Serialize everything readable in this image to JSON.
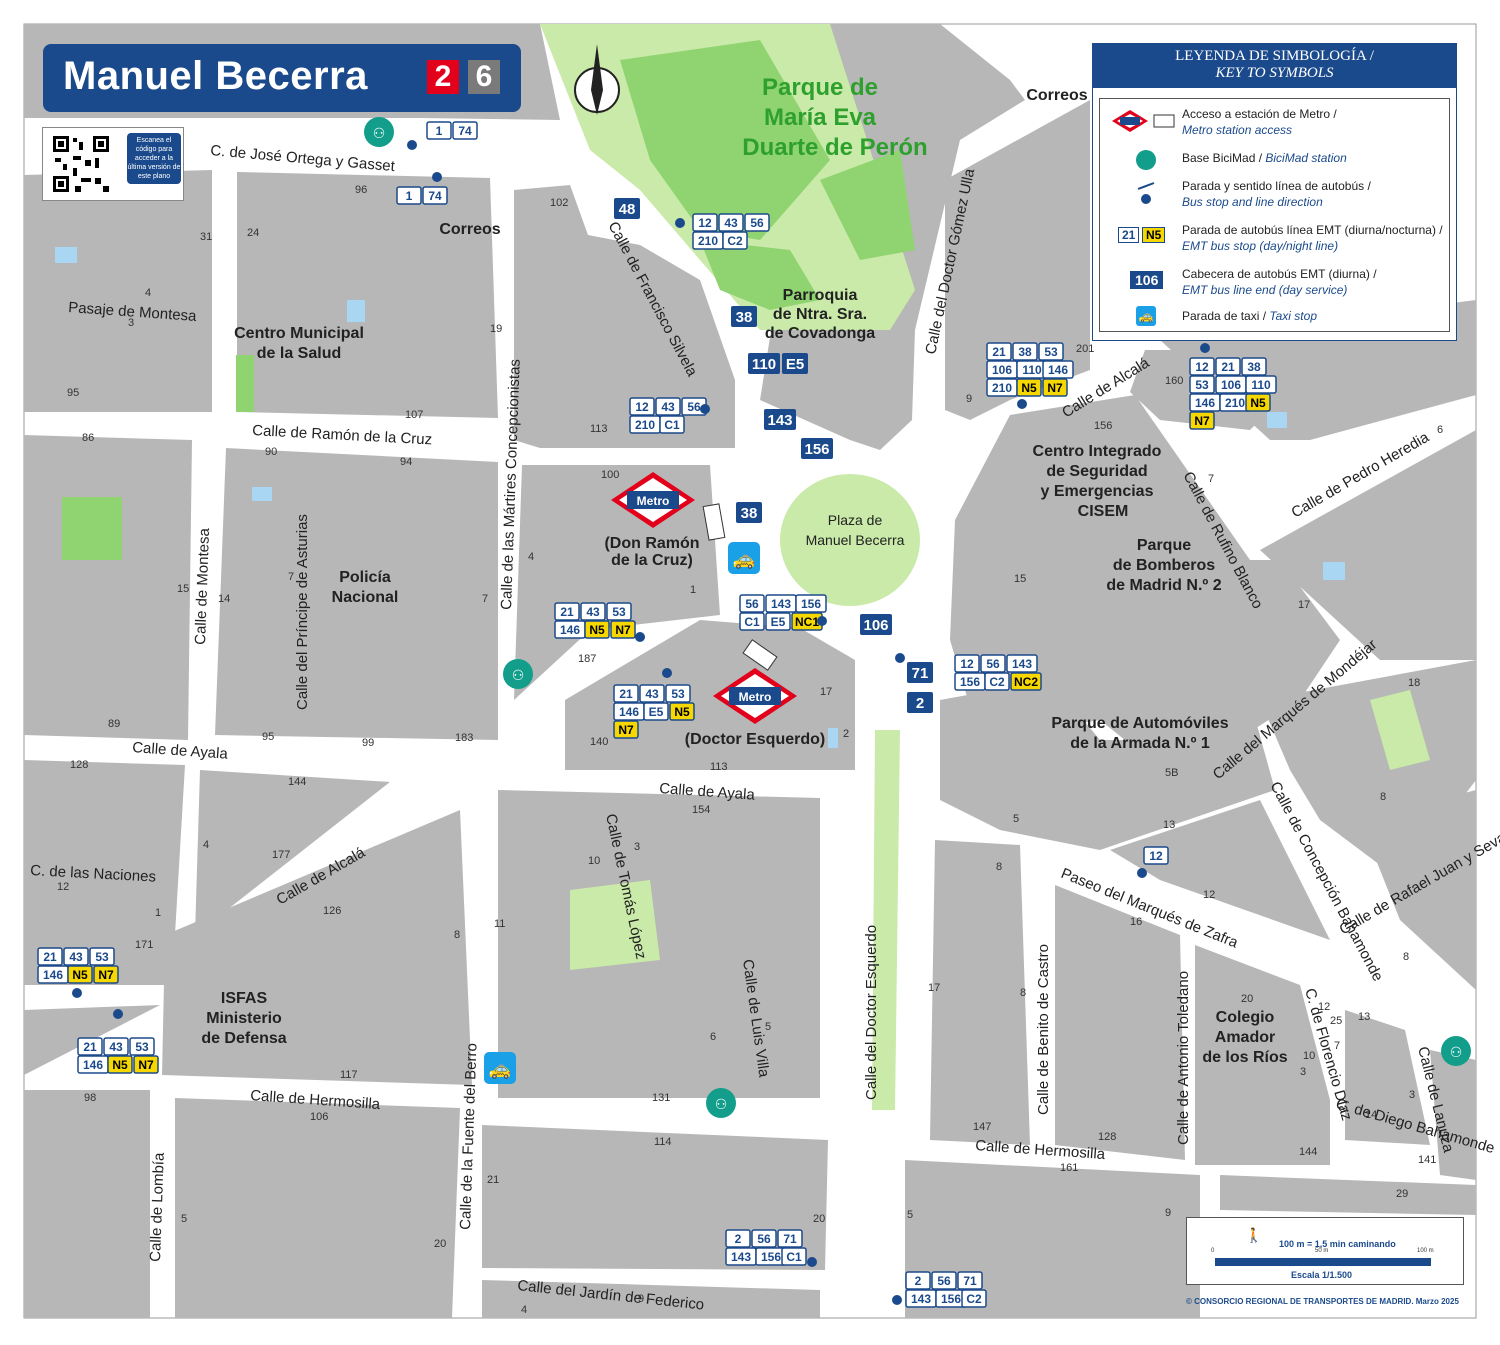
{
  "header": {
    "station_name": "Manuel Becerra",
    "zones": [
      "2",
      "6"
    ],
    "qr_caption": "Escanea el código para acceder a la última versión de este plano"
  },
  "colors": {
    "blocks": "#b7b7b7",
    "street": "#ffffff",
    "park": "#8fd470",
    "park_light": "#c9eaa8",
    "bus_blue": "#1b4a8c",
    "night_yellow": "#f6d800",
    "metro_red": "#e3001b",
    "bicimad_teal": "#139e8b",
    "taxi_blue": "#1aa0e6",
    "zone2_red": "#e3001b",
    "zone6_gray": "#7a7a7a"
  },
  "legend": {
    "title": "LEYENDA DE SIMBOLOGÍA /",
    "subtitle": "KEY TO SYMBOLS",
    "items": [
      {
        "icon": "metro-access-icon",
        "es": "Acceso a estación de Metro /",
        "en": "Metro station access"
      },
      {
        "icon": "bicimad-icon",
        "es": "Base BiciMad /",
        "en_inline": "BiciMad station"
      },
      {
        "icon": "bus-stop-icon",
        "es": "Parada y sentido línea de autobús /",
        "en": "Bus stop and line direction"
      },
      {
        "icon": "bus-line-badge",
        "es": "Parada de autobús línea EMT (diurna/nocturna) /",
        "en": "EMT bus stop (day/night line)",
        "sample_day": "21",
        "sample_night": "N5"
      },
      {
        "icon": "bus-terminal-badge",
        "es": "Cabecera de autobús EMT (diurna) /",
        "en": "EMT bus line end (day service)",
        "sample": "106"
      },
      {
        "icon": "taxi-icon",
        "es": "Parada de taxi /",
        "en_inline": "Taxi stop"
      }
    ],
    "metro_label": "Metro"
  },
  "scale": {
    "walk": "100 m = 1,5 min caminando",
    "ticks": [
      "0",
      "50 m",
      "100 m"
    ],
    "ratio": "Escala 1/1.500"
  },
  "copyright": "© CONSORCIO REGIONAL DE TRANSPORTES DE MADRID. Marzo 2025",
  "streets": [
    "C. de José Ortega y Gasset",
    "Pasaje de Montesa",
    "Calle de Ramón de la Cruz",
    "Calle de Montesa",
    "Calle del Príncipe de Asturias",
    "Calle de las Mártires Concepcionistas",
    "Calle de Francisco Silvela",
    "Calle del Doctor Gómez Ulla",
    "Calle de Alcalá",
    "Calle de Pedro Heredia",
    "Calle de Rufino Blanco",
    "Calle del Marqués de Mondéjar",
    "Calle de Ayala",
    "Calle de Tomás López",
    "Calle de Luis Villa",
    "C. de las Naciones",
    "Calle de Alcalá",
    "Calle de Hermosilla",
    "Calle de la Fuente del Berro",
    "Calle del Doctor Esquerdo",
    "Paseo del Marqués de Zafra",
    "Calle de Benito de Castro",
    "Calle de Antonio Toledano",
    "Calle de Concepción Bahamonde",
    "Calle de Rafael Juan y Seva",
    "C. de Florencio Díaz",
    "C. de Diego Bahamonde",
    "Calle de Lanuza",
    "Calle de Hermosilla",
    "Calle del Jardín de Federico",
    "Calle de Lombía",
    "Calle de Ayala"
  ],
  "places": {
    "park": "Parque de María Eva Duarte de Perón",
    "correos_top": "Correos",
    "correos": "Correos",
    "salud": "Centro Municipal de la Salud",
    "parroquia": "Parroquia de Ntra. Sra. de Covadonga",
    "cisem": "Centro Integrado de Seguridad y Emergencias CISEM",
    "bomberos": "Parque de Bomberos de Madrid N.º 2",
    "policia": "Policía Nacional",
    "plaza": "Plaza de Manuel Becerra",
    "don_ramon": "(Don Ramón de la Cruz)",
    "doctor_esquerdo": "(Doctor Esquerdo)",
    "automoviles": "Parque de Automóviles de la Armada N.º 1",
    "isfas": "ISFAS Ministerio de Defensa",
    "colegio": "Colegio Amador de los Ríos"
  },
  "bus_stops": [
    {
      "rows": [
        [
          "1",
          "74"
        ]
      ]
    },
    {
      "rows": [
        [
          "1",
          "74"
        ]
      ]
    },
    {
      "rows": [
        [
          "12",
          "43",
          "56"
        ],
        [
          "210",
          "C2"
        ]
      ]
    },
    {
      "rows": [
        [
          "12",
          "43",
          "56"
        ],
        [
          "210",
          "C1"
        ]
      ]
    },
    {
      "rows": [
        [
          "21",
          "38",
          "53"
        ],
        [
          "106",
          "110",
          "146"
        ],
        [
          "210",
          "N5",
          "N7"
        ]
      ]
    },
    {
      "rows": [
        [
          "12",
          "21",
          "38"
        ],
        [
          "53",
          "106",
          "110"
        ],
        [
          "146",
          "210",
          "N5"
        ],
        [
          "N7"
        ]
      ]
    },
    {
      "rows": [
        [
          "21",
          "43",
          "53"
        ],
        [
          "146",
          "N5",
          "N7"
        ]
      ]
    },
    {
      "rows": [
        [
          "56",
          "143",
          "156"
        ],
        [
          "C1",
          "E5",
          "NC1"
        ]
      ]
    },
    {
      "rows": [
        [
          "12",
          "56",
          "143"
        ],
        [
          "156",
          "C2",
          "NC2"
        ]
      ]
    },
    {
      "rows": [
        [
          "21",
          "43",
          "53"
        ],
        [
          "146",
          "E5",
          "N5"
        ],
        [
          "N7"
        ]
      ]
    },
    {
      "rows": [
        [
          "12"
        ]
      ]
    },
    {
      "rows": [
        [
          "21",
          "43",
          "53"
        ],
        [
          "146",
          "N5",
          "N7"
        ]
      ]
    },
    {
      "rows": [
        [
          "21",
          "43",
          "53"
        ],
        [
          "146",
          "N5",
          "N7"
        ]
      ]
    },
    {
      "rows": [
        [
          "2",
          "56",
          "71"
        ],
        [
          "143",
          "156",
          "C1"
        ]
      ]
    },
    {
      "rows": [
        [
          "2",
          "56",
          "71"
        ],
        [
          "143",
          "156",
          "C2"
        ]
      ]
    }
  ],
  "terminals": [
    "48",
    "38",
    "110",
    "E5",
    "143",
    "156",
    "38",
    "106",
    "71",
    "2"
  ],
  "numbers": [
    "96",
    "102",
    "31",
    "24",
    "4",
    "3",
    "95",
    "107",
    "19",
    "113",
    "86",
    "90",
    "94",
    "100",
    "4",
    "1",
    "7",
    "15",
    "14",
    "187",
    "7",
    "89",
    "95",
    "99",
    "183",
    "140",
    "17",
    "2",
    "113",
    "128",
    "144",
    "4",
    "177",
    "154",
    "3",
    "12",
    "171",
    "1",
    "126",
    "8",
    "11",
    "10",
    "5",
    "6",
    "117",
    "98",
    "106",
    "131",
    "114",
    "21",
    "20",
    "5",
    "20",
    "4",
    "9",
    "17",
    "8",
    "5",
    "8",
    "9",
    "201",
    "160",
    "156",
    "7",
    "6",
    "15",
    "17",
    "18",
    "5B",
    "8",
    "13",
    "12",
    "16",
    "20",
    "25",
    "13",
    "8",
    "12",
    "10",
    "3",
    "7",
    "3",
    "14",
    "141",
    "147",
    "128",
    "161",
    "144",
    "29",
    "5",
    "9"
  ]
}
